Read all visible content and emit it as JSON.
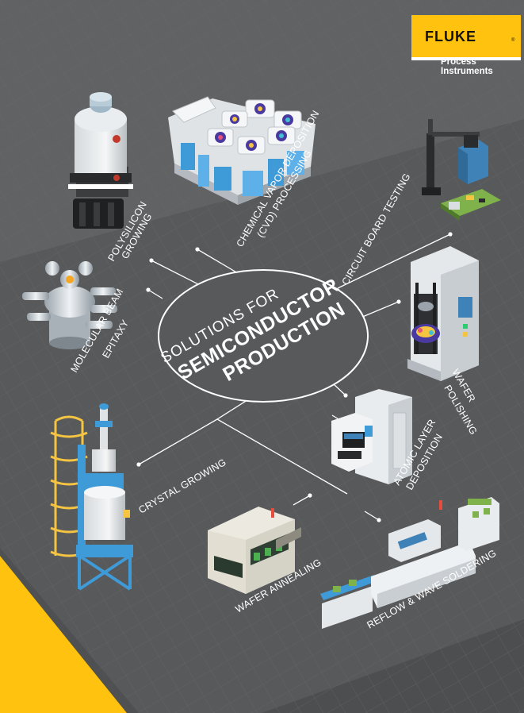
{
  "brand": {
    "name": "FLUKE",
    "mark": "®",
    "sub_line1": "Process",
    "sub_line2": "Instruments",
    "accent": "#ffc20e"
  },
  "hub": {
    "line1": "SOLUTIONS FOR",
    "line2": "SEMICONDUCTOR",
    "line3": "PRODUCTION"
  },
  "colors": {
    "background": "#5a5b5d",
    "yellow": "#ffc20e",
    "line": "#ffffff",
    "machine_blue": "#3f9ad8"
  },
  "processes": [
    {
      "id": "polysilicon",
      "lines": [
        "POLYSILICON",
        "GROWING"
      ],
      "icon": "polysilicon-reactor-icon"
    },
    {
      "id": "cvd",
      "lines": [
        "CHEMICAL VAPOR DEPOSITION",
        "(CVD) PROCESSING"
      ],
      "icon": "cvd-cluster-tool-icon"
    },
    {
      "id": "circuit",
      "lines": [
        "CIRCUIT BOARD TESTING"
      ],
      "icon": "circuit-board-tester-icon"
    },
    {
      "id": "mbe",
      "lines": [
        "MOLECULAR BEAM",
        "EPITAXY"
      ],
      "icon": "mbe-chamber-icon"
    },
    {
      "id": "polishing",
      "lines": [
        "WAFER",
        "POLISHING"
      ],
      "icon": "wafer-polisher-icon"
    },
    {
      "id": "ald",
      "lines": [
        "ATOMIC LAYER",
        "DEPOSITION"
      ],
      "icon": "ald-machine-icon"
    },
    {
      "id": "crystal",
      "lines": [
        "CRYSTAL GROWING"
      ],
      "icon": "crystal-puller-icon"
    },
    {
      "id": "annealing",
      "lines": [
        "WAFER ANNEALING"
      ],
      "icon": "annealing-furnace-icon"
    },
    {
      "id": "reflow",
      "lines": [
        "REFLOW & WAVE SOLDERING"
      ],
      "icon": "reflow-line-icon"
    }
  ]
}
